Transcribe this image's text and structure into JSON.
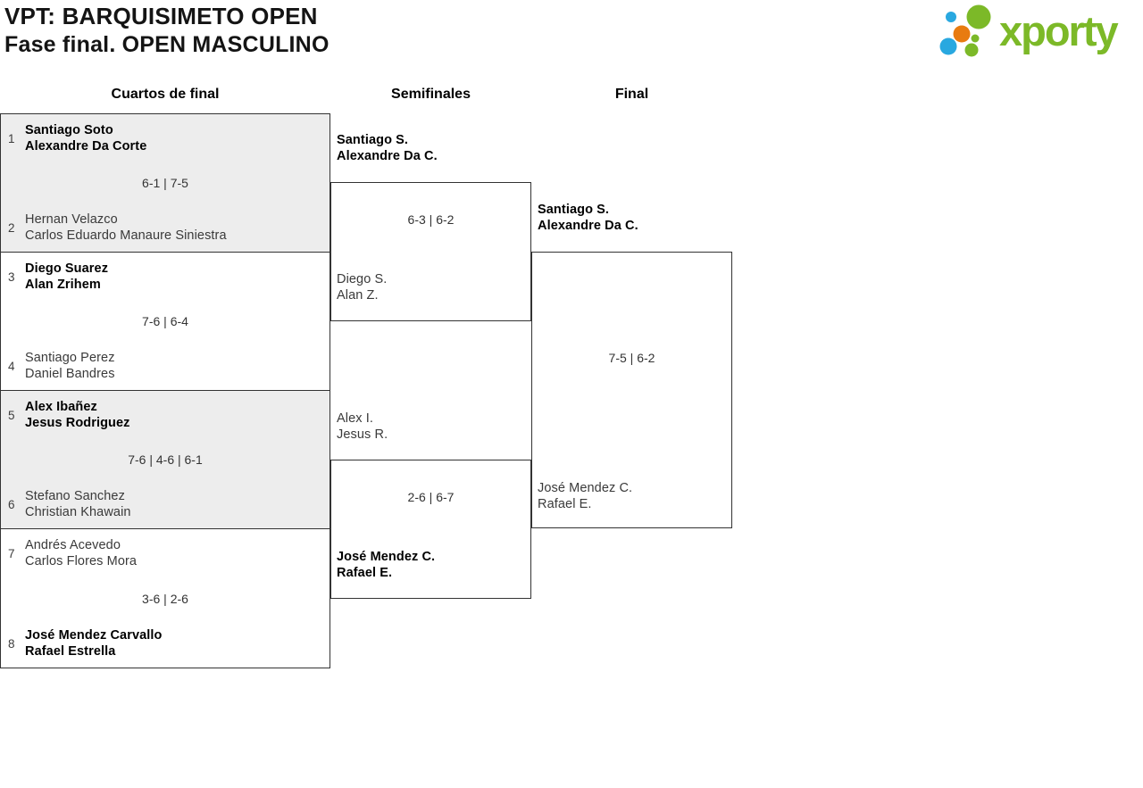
{
  "page": {
    "title_line1": "VPT: BARQUISIMETO OPEN",
    "title_line2": "Fase final. OPEN MASCULINO"
  },
  "logo": {
    "text": "xporty"
  },
  "round_headers": {
    "quarterfinals": "Cuartos de final",
    "semifinals": "Semifinales",
    "final": "Final"
  },
  "quarterfinals": [
    {
      "seed_top": "1",
      "team_top_line1": "Santiago Soto",
      "team_top_line2": "Alexandre Da Corte",
      "top_winner": true,
      "score": "6-1 | 7-5",
      "seed_bottom": "2",
      "team_bottom_line1": "Hernan Velazco",
      "team_bottom_line2": "Carlos Eduardo Manaure Siniestra",
      "bottom_winner": false
    },
    {
      "seed_top": "3",
      "team_top_line1": "Diego Suarez",
      "team_top_line2": "Alan Zrihem",
      "top_winner": true,
      "score": "7-6 | 6-4",
      "seed_bottom": "4",
      "team_bottom_line1": "Santiago Perez",
      "team_bottom_line2": "Daniel Bandres",
      "bottom_winner": false
    },
    {
      "seed_top": "5",
      "team_top_line1": "Alex Ibañez",
      "team_top_line2": "Jesus Rodriguez",
      "top_winner": true,
      "score": "7-6 | 4-6 | 6-1",
      "seed_bottom": "6",
      "team_bottom_line1": "Stefano Sanchez",
      "team_bottom_line2": "Christian Khawain",
      "bottom_winner": false
    },
    {
      "seed_top": "7",
      "team_top_line1": "Andrés Acevedo",
      "team_top_line2": "Carlos Flores Mora",
      "top_winner": false,
      "score": "3-6 | 2-6",
      "seed_bottom": "8",
      "team_bottom_line1": "José Mendez Carvallo",
      "team_bottom_line2": "Rafael Estrella",
      "bottom_winner": true
    }
  ],
  "semifinals": [
    {
      "team_top_line1": "Santiago S.",
      "team_top_line2": "Alexandre Da C.",
      "top_winner": true,
      "score": "6-3 | 6-2",
      "team_bottom_line1": "Diego S.",
      "team_bottom_line2": "Alan Z.",
      "bottom_winner": false
    },
    {
      "team_top_line1": "Alex I.",
      "team_top_line2": "Jesus R.",
      "top_winner": false,
      "score": "2-6 | 6-7",
      "team_bottom_line1": "José Mendez C.",
      "team_bottom_line2": "Rafael E.",
      "bottom_winner": true
    }
  ],
  "final": {
    "team_top_line1": "Santiago S.",
    "team_top_line2": "Alexandre Da C.",
    "top_winner": true,
    "score": "7-5 | 6-2",
    "team_bottom_line1": "José Mendez C.",
    "team_bottom_line2": "Rafael E.",
    "bottom_winner": false
  },
  "colors": {
    "brand_green": "#7cb928",
    "brand_blue": "#29a8e0",
    "brand_orange": "#e87b10",
    "shaded_match_bg": "#ededed",
    "border": "#333333",
    "winner_text": "#000000",
    "loser_text": "#3a3a3a"
  }
}
